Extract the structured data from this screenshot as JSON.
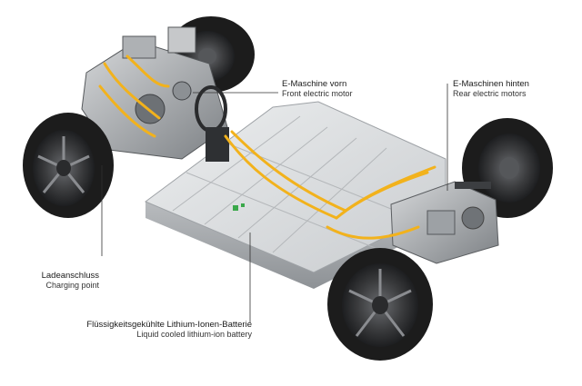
{
  "callouts": {
    "front_motor": {
      "de": "E-Maschine vorn",
      "en": "Front electric motor"
    },
    "rear_motors": {
      "de": "E-Maschinen hinten",
      "en": "Rear electric motors"
    },
    "charging_point": {
      "de": "Ladeanschluss",
      "en": "Charging point"
    },
    "battery": {
      "de": "Flüssigkeitsgekühlte Lithium-Ionen-Batterie",
      "en": "Liquid cooled lithium-ion battery"
    }
  },
  "colors": {
    "background": "#ffffff",
    "battery_top": "#d9dbdc",
    "battery_side": "#a9adb0",
    "tire": "#1c1c1c",
    "rim": "#3a3b3d",
    "cable": "#f2b21c",
    "leader_line": "#333333"
  }
}
